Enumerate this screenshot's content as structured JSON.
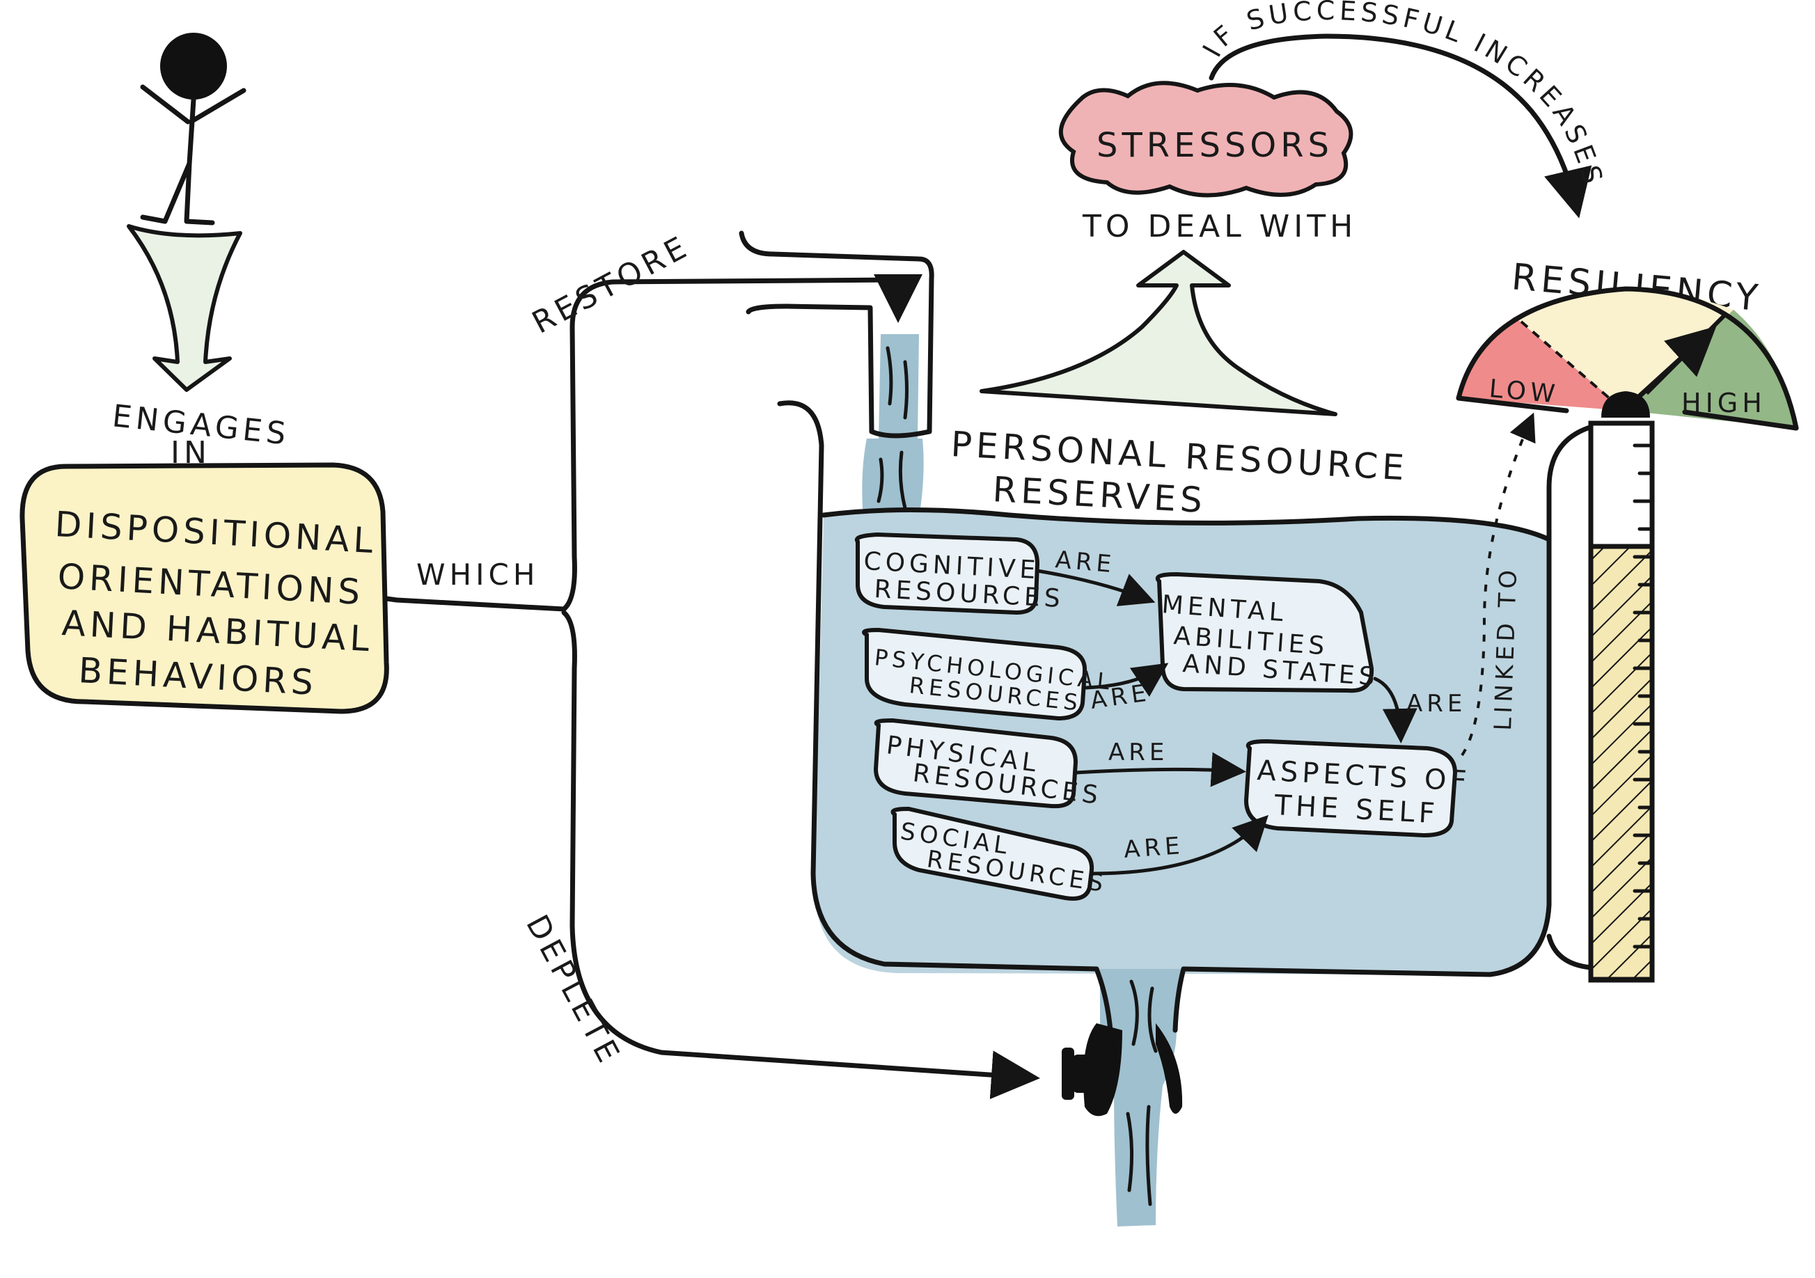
{
  "colors": {
    "water": "#bcd4df",
    "water_stream": "#9fc0cf",
    "resource_box": "#eaf2f7",
    "disposition_box": "#fbf3c6",
    "stressors_cloud": "#f0b3b5",
    "arrow_fill": "#e9f2e5",
    "gauge_low": "#ef8b8b",
    "gauge_mid": "#faf1cf",
    "gauge_high": "#94b787",
    "thermometer_fill": "#f4e8b4",
    "ink": "#151515"
  },
  "person": {
    "engages_line1": "ENGAGES",
    "engages_line2": "IN"
  },
  "disposition_box": {
    "lines": [
      "DISPOSITIONAL",
      "ORIENTATIONS",
      "AND HABITUAL",
      "BEHAVIORS"
    ]
  },
  "connectors": {
    "which": "WHICH",
    "restore": "RESTORE",
    "deplete": "DEPLETE"
  },
  "stressors": {
    "label": "STRESSORS",
    "to_deal_with": "TO DEAL WITH",
    "if_successful": "IF SUCCESSFUL INCREASES"
  },
  "tank": {
    "title_line1": "PERSONAL RESOURCE",
    "title_line2": "RESERVES"
  },
  "resources": {
    "cognitive": [
      "COGNITIVE",
      "RESOURCES"
    ],
    "psychological": [
      "PSYCHOLOGICAL",
      "RESOURCES"
    ],
    "physical": [
      "PHYSICAL",
      "RESOURCES"
    ],
    "social": [
      "SOCIAL",
      "RESOURCES"
    ],
    "mental": [
      "MENTAL",
      "ABILITIES",
      "AND STATES"
    ],
    "aspects": [
      "ASPECTS OF",
      "THE SELF"
    ]
  },
  "relations": {
    "are_cognitive": "ARE",
    "are_psychological": "ARE",
    "are_mental": "ARE",
    "are_physical": "ARE",
    "are_social": "ARE",
    "linked_to": "LINKED TO"
  },
  "resiliency": {
    "title": "RESILIENCY",
    "low": "LOW",
    "high": "HIGH"
  }
}
